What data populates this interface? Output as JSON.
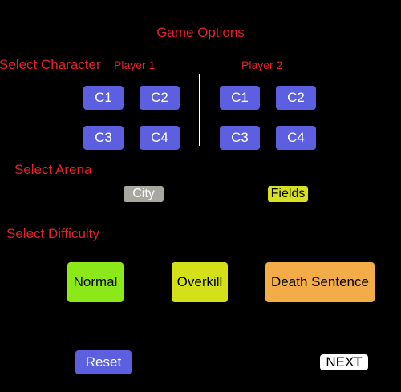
{
  "title": "Game Options",
  "select_character": {
    "label": "Select Character",
    "player1": {
      "label": "Player 1",
      "characters": [
        "C1",
        "C2",
        "C3",
        "C4"
      ]
    },
    "player2": {
      "label": "Player 2",
      "characters": [
        "C1",
        "C2",
        "C3",
        "C4"
      ]
    }
  },
  "select_arena": {
    "label": "Select Arena",
    "options": [
      "City",
      "Fields"
    ]
  },
  "select_difficulty": {
    "label": "Select Difficulty",
    "options": [
      "Normal",
      "Overkill",
      "Death Sentence"
    ]
  },
  "actions": {
    "reset": "Reset",
    "next": "NEXT"
  },
  "colors": {
    "background": "#000000",
    "label_red": "#e8202a",
    "character_button": "#5b5fe0",
    "arena_city": "#a8a8a0",
    "arena_fields": "#d8e020",
    "difficulty_normal": "#8ce818",
    "difficulty_overkill": "#d4e018",
    "difficulty_death_sentence": "#f2ac48",
    "next_button": "#ffffff"
  }
}
